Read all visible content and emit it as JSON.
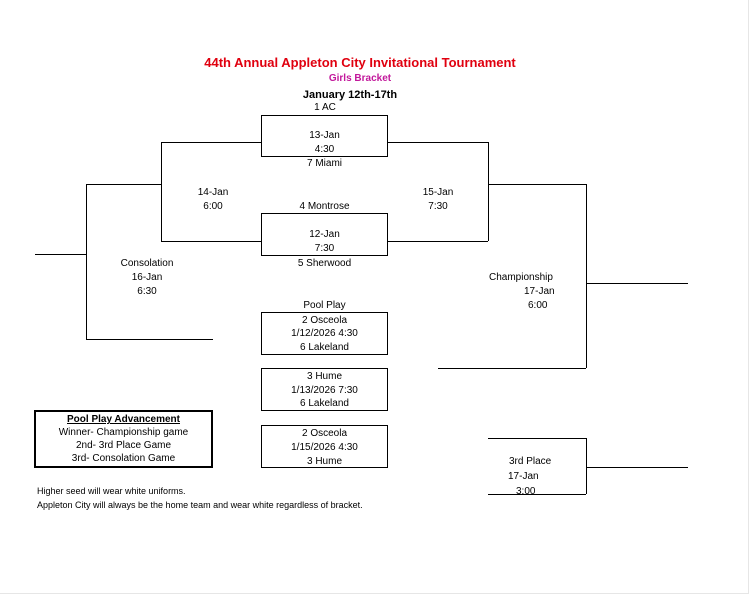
{
  "header": {
    "title": "44th Annual Appleton City Invitational Tournament",
    "subtitle": "Girls Bracket",
    "dates": "January 12th-17th"
  },
  "bracket": {
    "game1": {
      "top_team": "1 AC",
      "date": "13-Jan",
      "time": "4:30",
      "bottom_team": "7 Miami"
    },
    "game2": {
      "top_team": "4 Montrose",
      "date": "12-Jan",
      "time": "7:30",
      "bottom_team": "5 Sherwood"
    },
    "semi_left": {
      "date": "14-Jan",
      "time": "6:00"
    },
    "semi_right": {
      "date": "15-Jan",
      "time": "7:30"
    },
    "consolation": {
      "label": "Consolation",
      "date": "16-Jan",
      "time": "6:30"
    },
    "championship": {
      "label": "Championship",
      "date": "17-Jan",
      "time": "6:00"
    },
    "third_place": {
      "label": "3rd Place",
      "date": "17-Jan",
      "time": "3:00"
    }
  },
  "pool_play": {
    "label": "Pool Play",
    "games": [
      {
        "team1": "2 Osceola",
        "datetime": "1/12/2026 4:30",
        "team2": "6 Lakeland"
      },
      {
        "team1": "3 Hume",
        "datetime": "1/13/2026 7:30",
        "team2": "6 Lakeland"
      },
      {
        "team1": "2 Osceola",
        "datetime": "1/15/2026 4:30",
        "team2": "3 Hume"
      }
    ]
  },
  "advancement": {
    "title": "Pool Play Advancement",
    "items": [
      "Winner-  Championship game",
      "2nd- 3rd Place Game",
      "3rd- Consolation Game"
    ]
  },
  "notes": [
    "Higher seed will wear white uniforms.",
    "Appleton City will always be the home team and  wear white regardless of bracket."
  ]
}
